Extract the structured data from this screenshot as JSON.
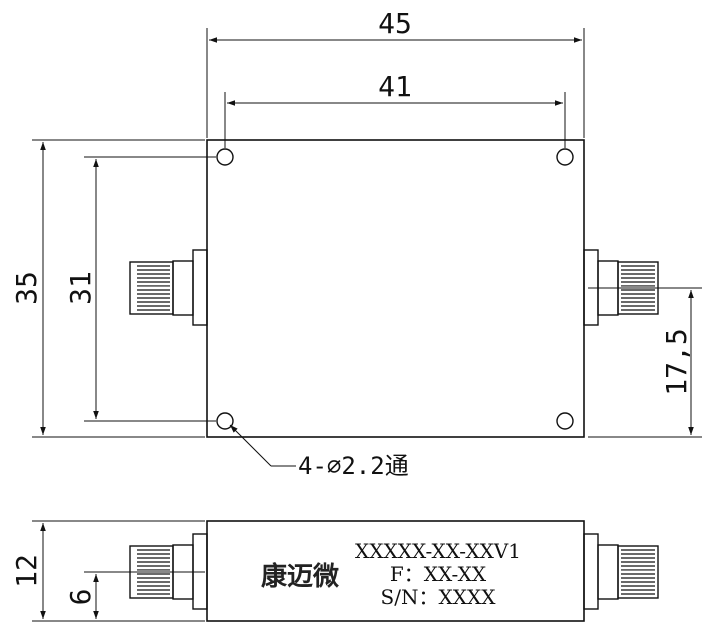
{
  "dimensions": {
    "width_outer": "45",
    "width_holes": "41",
    "height_outer": "35",
    "height_holes": "31",
    "connector_offset": "17,5",
    "side_height": "12",
    "side_connector_height": "6"
  },
  "hole_note": "4-∅2.2通",
  "label": {
    "logo": "康迈微",
    "model": "XXXXX-XX-XXV1",
    "frequency": "F：XX-XX",
    "serial": "S/N：XXXX"
  }
}
